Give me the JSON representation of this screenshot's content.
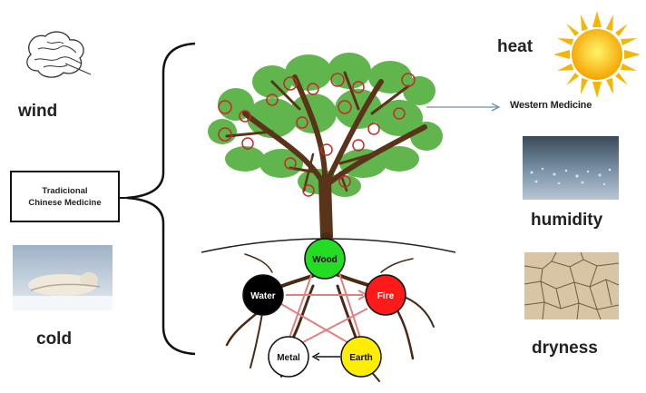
{
  "left_factors": {
    "wind": "wind",
    "cold": "cold"
  },
  "tcm_box": {
    "line1": "Tradicional",
    "line2": "Chinese Medicine"
  },
  "right_factors": {
    "heat": "heat",
    "humidity": "humidity",
    "dryness": "dryness",
    "western_medicine": "Western Medicine"
  },
  "elements": {
    "wood": {
      "label": "Wood",
      "color": "#22dd22"
    },
    "water": {
      "label": "Water",
      "color": "#000000"
    },
    "fire": {
      "label": "Fire",
      "color": "#ff1a1a"
    },
    "metal": {
      "label": "Metal",
      "color": "#ffffff"
    },
    "earth": {
      "label": "Earth",
      "color": "#ffee00"
    }
  },
  "colors": {
    "trunk": "#5a3418",
    "leaves": "#4fae3a",
    "cycle_arrow": "#e08080",
    "bracket": "#111111"
  }
}
